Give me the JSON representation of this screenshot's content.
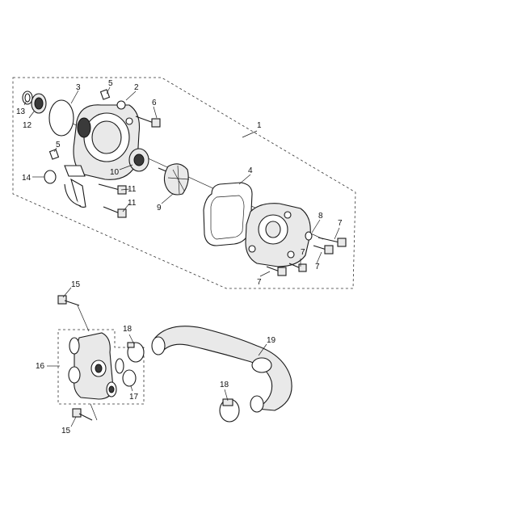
{
  "diagram": {
    "callouts": {
      "c1": "1",
      "c2": "2",
      "c3": "3",
      "c4": "4",
      "c5a": "5",
      "c5b": "5",
      "c6": "6",
      "c7a": "7",
      "c7b": "7",
      "c7c": "7",
      "c7d": "7",
      "c8": "8",
      "c9": "9",
      "c10": "10",
      "c11a": "11",
      "c11b": "11",
      "c12": "12",
      "c13": "13",
      "c14": "14",
      "c15a": "15",
      "c15b": "15",
      "c16": "16",
      "c17": "17",
      "c18a": "18",
      "c18b": "18",
      "c19": "19"
    }
  }
}
